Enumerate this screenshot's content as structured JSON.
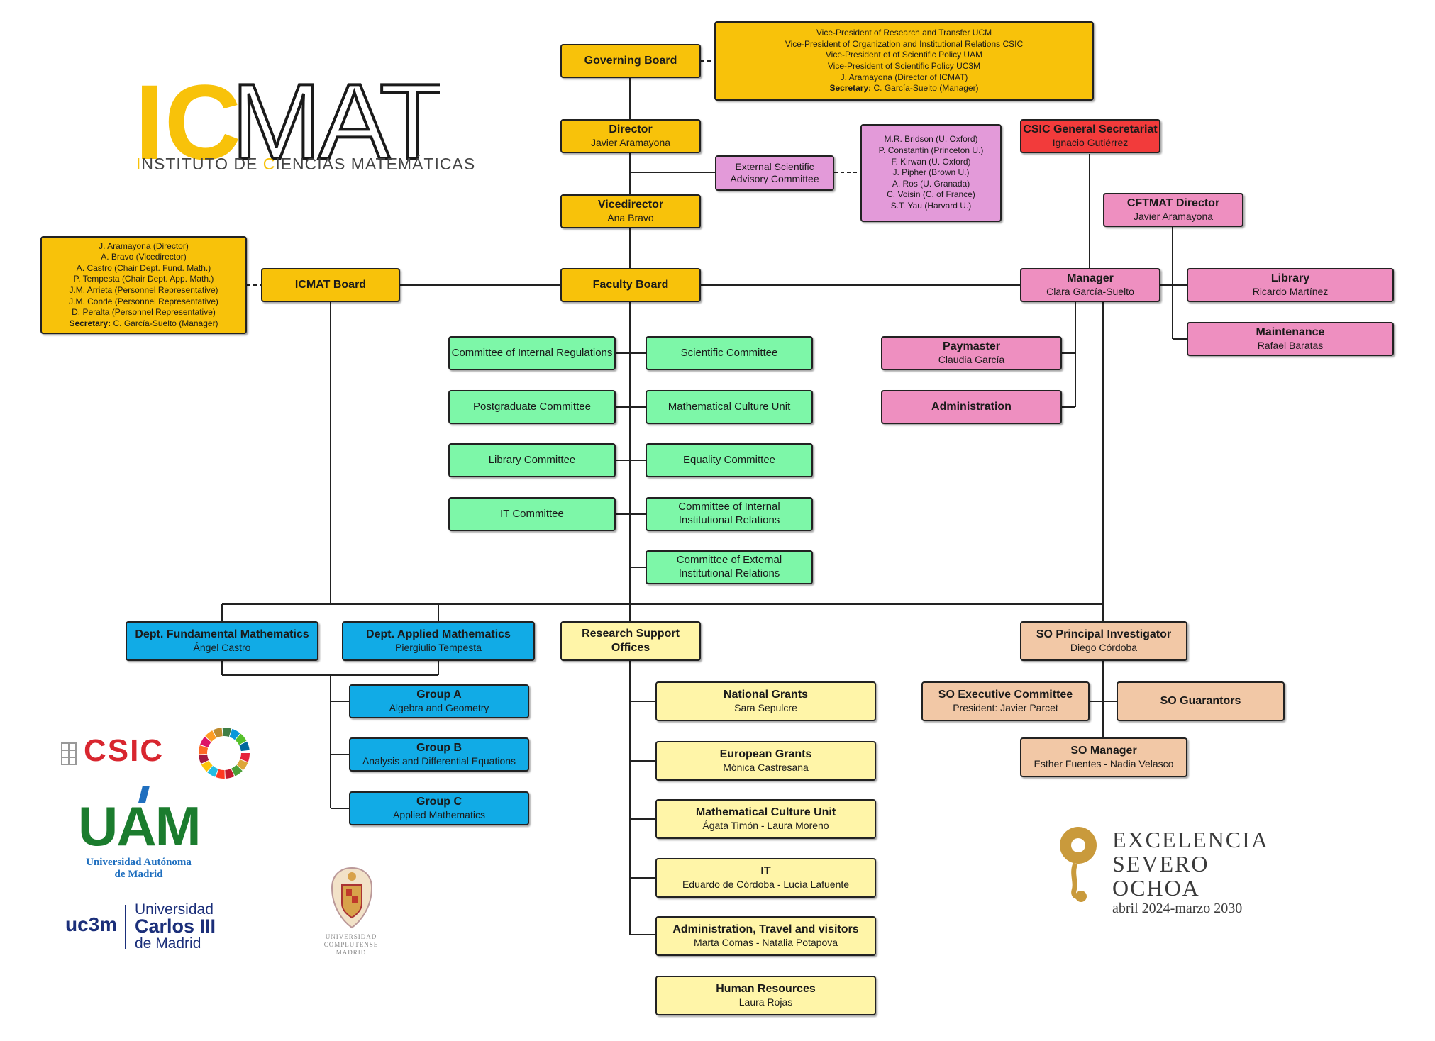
{
  "logo": {
    "word_a": "IC",
    "word_b": "MAT",
    "sub_i": "I",
    "sub_1": "NSTITUTO DE ",
    "sub_c": "C",
    "sub_2": "IENCIAS MATEMÁTICAS",
    "accent": "#f8c20a"
  },
  "governing_board": {
    "title": "Governing Board",
    "members": [
      "Vice-President of Research and Transfer UCM",
      "Vice-President of Organization and Institutional Relations CSIC",
      "Vice-President of of Scientific Policy UAM",
      "Vice-President of Scientific Policy UC3M",
      "J. Aramayona (Director of ICMAT)"
    ],
    "secretary_label": "Secretary:",
    "secretary": "C. García-Suelto (Manager)"
  },
  "director": {
    "title": "Director",
    "name": "Javier Aramayona"
  },
  "vicedirector": {
    "title": "Vicedirector",
    "name": "Ana Bravo"
  },
  "advisory": {
    "title": "External Scientific Advisory Committee",
    "members": [
      "M.R. Bridson (U. Oxford)",
      "P. Constantin (Princeton U.)",
      "F. Kirwan (U. Oxford)",
      "J. Pipher (Brown U.)",
      "A. Ros (U. Granada)",
      "C. Voisin (C. of France)",
      "S.T. Yau (Harvard U.)"
    ]
  },
  "csic_secretariat": {
    "title": "CSIC General Secretariat",
    "name": "Ignacio Gutiérrez"
  },
  "cftmat": {
    "title": "CFTMAT Director",
    "name": "Javier Aramayona"
  },
  "icmat_board": {
    "title": "ICMAT Board",
    "members": [
      "J. Aramayona (Director)",
      "A. Bravo (Vicedirector)",
      "A. Castro (Chair Dept. Fund. Math.)",
      "P. Tempesta (Chair Dept. App. Math.)",
      "J.M. Arrieta (Personnel Representative)",
      "J.M. Conde (Personnel Representative)",
      "D. Peralta (Personnel Representative)"
    ],
    "secretary_label": "Secretary:",
    "secretary": "C. García-Suelto (Manager)"
  },
  "faculty_board": {
    "title": "Faculty Board"
  },
  "manager": {
    "title": "Manager",
    "name": "Clara García-Suelto"
  },
  "library": {
    "title": "Library",
    "name": "Ricardo Martínez"
  },
  "maintenance": {
    "title": "Maintenance",
    "name": "Rafael Baratas"
  },
  "paymaster": {
    "title": "Paymaster",
    "name": "Claudia García"
  },
  "administration": {
    "title": "Administration"
  },
  "committees_left": [
    "Committee of Internal Regulations",
    "Postgraduate Committee",
    "Library Committee",
    "IT Committee"
  ],
  "committees_right": [
    "Scientific Committee",
    "Mathematical Culture Unit",
    "Equality Committee",
    "Committee of Internal Institutional Relations",
    "Committee of External Institutional Relations"
  ],
  "dept_fund": {
    "title": "Dept. Fundamental Mathematics",
    "name": "Ángel Castro"
  },
  "dept_app": {
    "title": "Dept. Applied Mathematics",
    "name": "Piergiulio Tempesta"
  },
  "groups": [
    {
      "title": "Group A",
      "name": "Algebra and Geometry"
    },
    {
      "title": "Group B",
      "name": "Analysis and Differential Equations"
    },
    {
      "title": "Group C",
      "name": "Applied Mathematics"
    }
  ],
  "rso": {
    "title": "Research Support Offices"
  },
  "offices": [
    {
      "title": "National Grants",
      "name": "Sara Sepulcre"
    },
    {
      "title": "European Grants",
      "name": "Mónica Castresana"
    },
    {
      "title": "Mathematical Culture Unit",
      "name": "Ágata Timón - Laura Moreno"
    },
    {
      "title": "IT",
      "name": "Eduardo de Córdoba - Lucía Lafuente"
    },
    {
      "title": "Administration, Travel and visitors",
      "name": "Marta Comas - Natalia Potapova"
    },
    {
      "title": "Human Resources",
      "name": "Laura Rojas"
    }
  ],
  "so_pi": {
    "title": "SO Principal Investigator",
    "name": "Diego Córdoba"
  },
  "so_exec": {
    "title": "SO Executive Committee",
    "name": "President: Javier Parcet"
  },
  "so_guarantors": {
    "title": "SO Guarantors"
  },
  "so_manager": {
    "title": "SO Manager",
    "name": "Esther Fuentes - Nadia Velasco"
  },
  "partner_logos": {
    "csic": "CSIC",
    "uam": "UAM",
    "uam_sub_1": "Universidad Autónoma",
    "uam_sub_2": "de Madrid",
    "uc3m": "uc3m",
    "uc3m_1": "Universidad",
    "uc3m_2": "Carlos III",
    "uc3m_3": "de Madrid",
    "ucm_1": "UNIVERSIDAD COMPLUTENSE",
    "ucm_2": "MADRID"
  },
  "severo_ochoa": {
    "line1": "EXCELENCIA",
    "line2": "SEVERO",
    "line3": "OCHOA",
    "period": "abril 2024-marzo 2030"
  },
  "colors": {
    "board_yellow": "#f8c20a",
    "csic_red": "#f23b3b",
    "admin_pink": "#ee8fc0",
    "advisory_magenta": "#e39ad9",
    "committee_green": "#7df7a8",
    "dept_blue": "#11abe6",
    "office_yellow": "#fff5a8",
    "so_peach": "#f2c8a6"
  }
}
